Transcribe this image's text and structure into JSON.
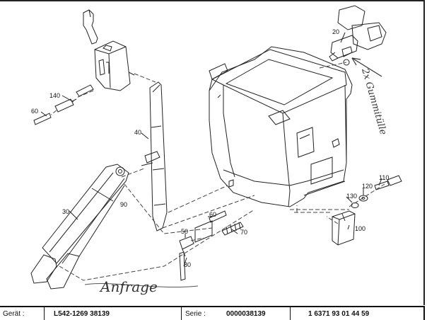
{
  "callouts": {
    "c20": "20",
    "c140": "140",
    "c60a": "60",
    "c40": "40",
    "c30": "30",
    "c90": "90",
    "c60b": "60",
    "c50": "50",
    "c70": "70",
    "c80": "80",
    "c130": "130",
    "c120": "120",
    "c110": "110",
    "c100": "100"
  },
  "handwriting": {
    "side_note": "2x Gummitülle",
    "bottom_note": "Anfrage"
  },
  "footer": {
    "geraet_label": "Gerät :",
    "geraet_value": "L542-1269 38139",
    "serie_label": "Serie :",
    "serie_value": "0000038139",
    "part_number": "1 6371 93 01 44 59"
  }
}
